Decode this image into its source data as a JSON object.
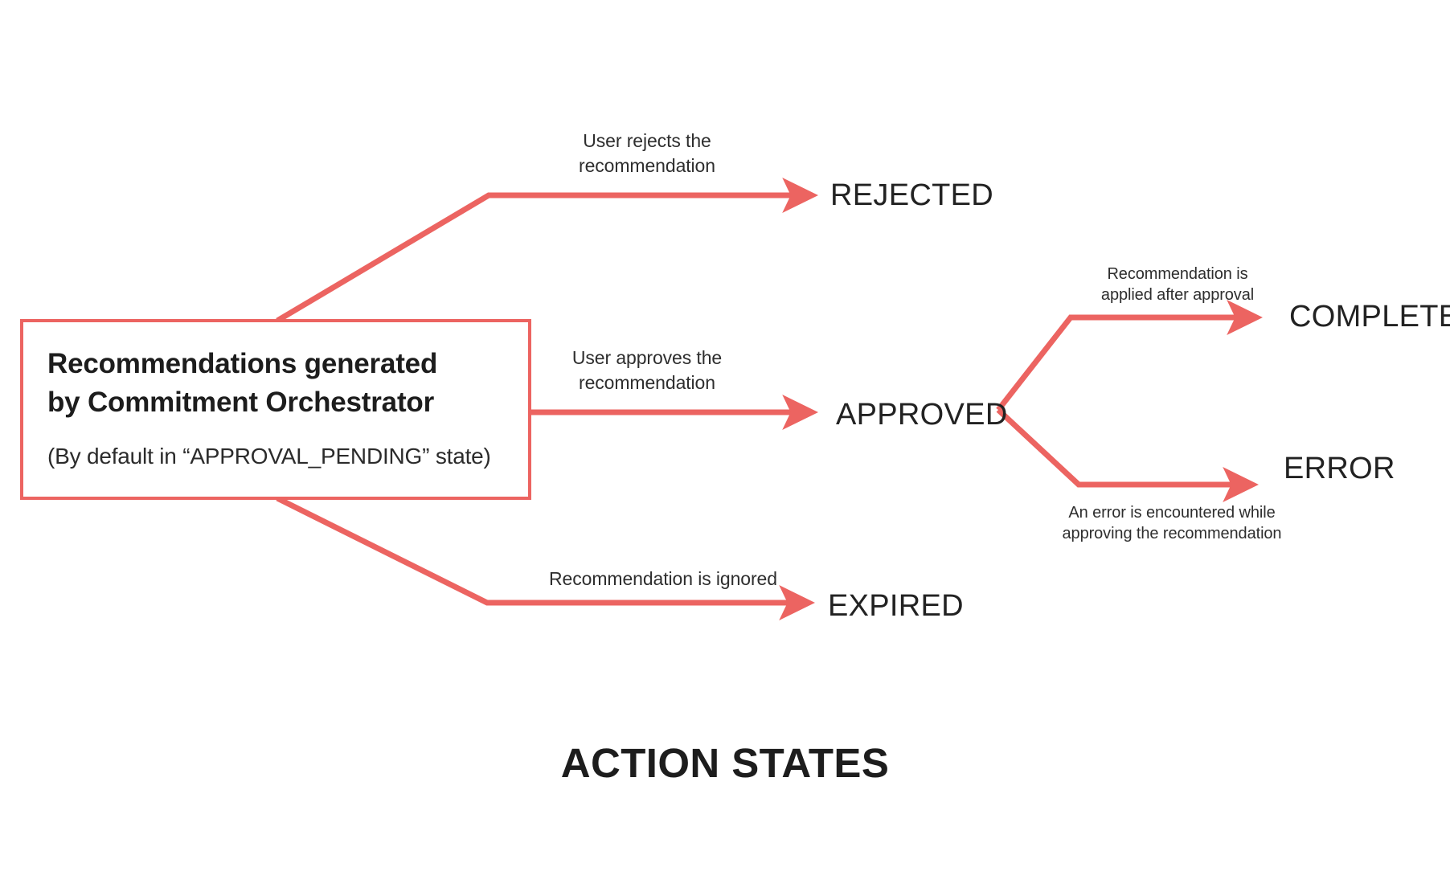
{
  "diagram": {
    "title": "ACTION STATES",
    "accent_color": "#ec6461",
    "text_color": "#1d1d1d",
    "background": "#ffffff",
    "type": "state-transition-flow"
  },
  "source": {
    "title": "Recommendations generated\nby Commitment Orchestrator",
    "subtitle": "(By default in “APPROVAL_PENDING” state)"
  },
  "states": {
    "rejected": "REJECTED",
    "approved": "APPROVED",
    "completed": "COMPLETED",
    "expired": "EXPIRED",
    "error": "ERROR"
  },
  "transitions": {
    "to_rejected": "User rejects the\nrecommendation",
    "to_approved": "User approves the\nrecommendation",
    "to_expired": "Recommendation is ignored",
    "to_completed": "Recommendation is\napplied after approval",
    "to_error": "An error is encountered while\napproving the recommendation"
  }
}
